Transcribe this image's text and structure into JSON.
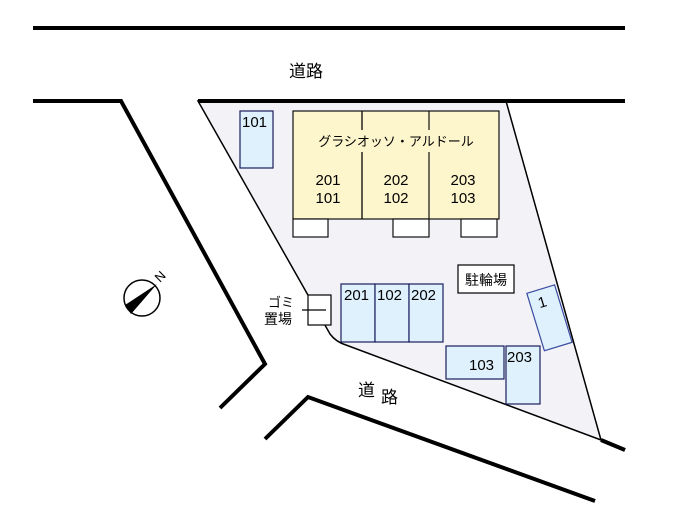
{
  "roads": {
    "north_label": "道路",
    "south_label_1": "道",
    "south_label_2": "路"
  },
  "building": {
    "name": "グラシオッソ・アルドール",
    "units": [
      {
        "upper": "201",
        "lower": "101"
      },
      {
        "upper": "202",
        "lower": "102"
      },
      {
        "upper": "203",
        "lower": "103"
      }
    ]
  },
  "parking": {
    "top_left": "101",
    "row_middle": [
      "201",
      "102",
      "202"
    ],
    "bottom_right_a": "103",
    "bottom_right_b": "203",
    "tilted": "1"
  },
  "facilities": {
    "bicycle_parking": "駐輪場",
    "garbage_line1": "ゴミ",
    "garbage_line2": "置場"
  },
  "compass": {
    "north_letter": "N",
    "icon": "north-arrow-compass-icon"
  },
  "colors": {
    "lot_fill": "#f2f2f7",
    "building_fill": "#fdf6cd",
    "parking_fill": "#dff1fd",
    "parking_stroke": "#1a1f5c",
    "road_line": "#000000"
  }
}
